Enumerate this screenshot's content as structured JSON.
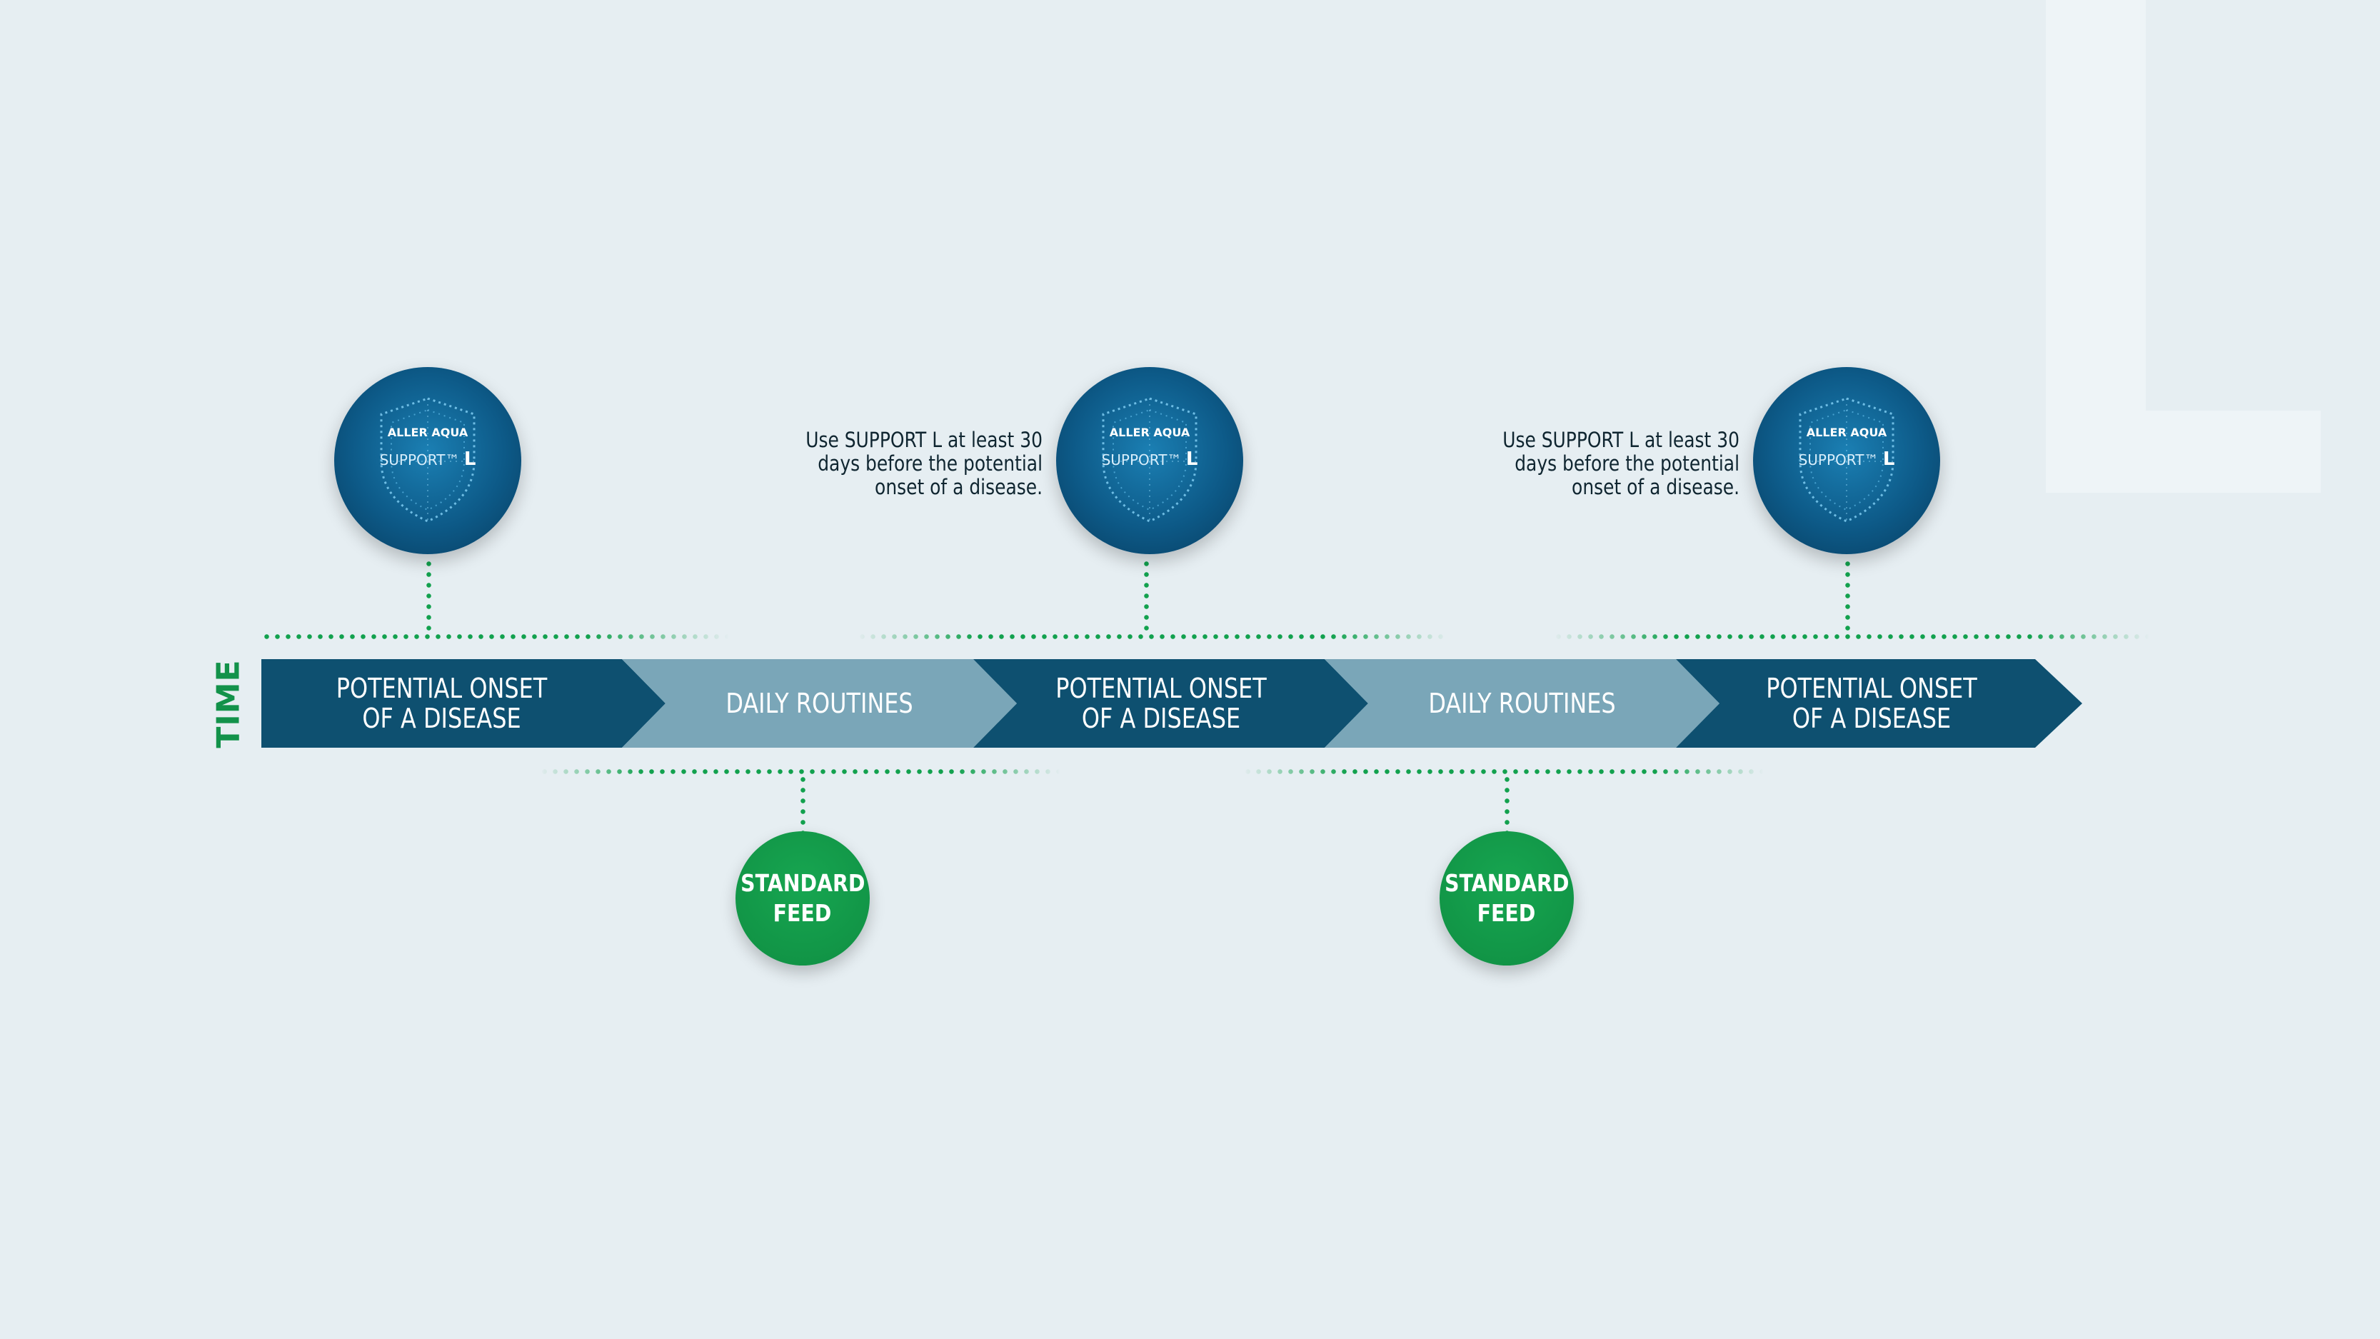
{
  "axis_label": "TIME",
  "segments": [
    {
      "label": "POTENTIAL ONSET\nOF A DISEASE",
      "tone": "dark",
      "color": "#0e5070"
    },
    {
      "label": "DAILY ROUTINES",
      "tone": "light",
      "color": "#7aa6b8"
    },
    {
      "label": "POTENTIAL ONSET\nOF A DISEASE",
      "tone": "dark",
      "color": "#0e5070"
    },
    {
      "label": "DAILY ROUTINES",
      "tone": "light",
      "color": "#7aa6b8"
    },
    {
      "label": "POTENTIAL ONSET\nOF A DISEASE",
      "tone": "dark",
      "color": "#0e5070"
    }
  ],
  "product_badge": {
    "brand": "ALLER AQUA",
    "product": "SUPPORT",
    "product_suffix": "L",
    "color": "#0d5a88"
  },
  "notes": [
    "Use SUPPORT L at least 30 days before the potential onset of a disease.",
    "Use SUPPORT L at least 30 days before the potential onset of a disease."
  ],
  "feed_badges": [
    {
      "line1": "STANDARD",
      "line2": "FEED"
    },
    {
      "line1": "STANDARD",
      "line2": "FEED"
    }
  ],
  "colors": {
    "background": "#e6eef2",
    "dots": "#12a14e",
    "feed": "#0f8e42",
    "time_label": "#12924a"
  }
}
